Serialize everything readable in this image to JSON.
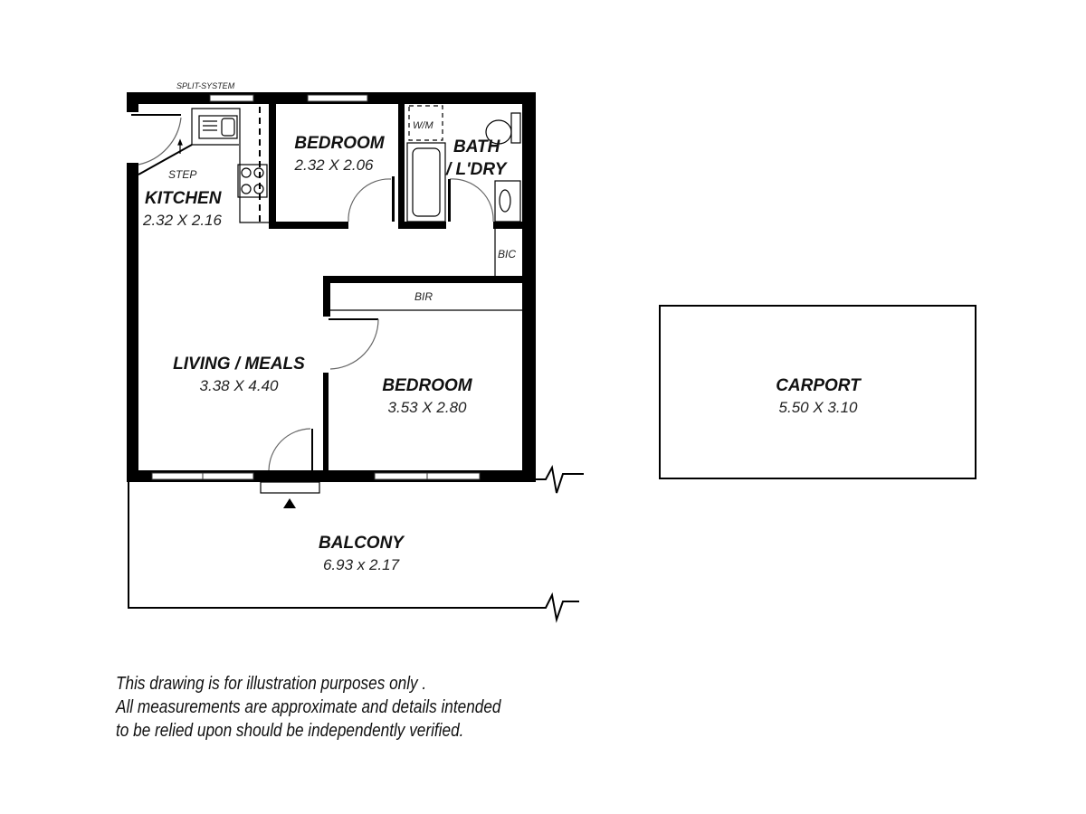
{
  "labels": {
    "split_system": "SPLIT-SYSTEM",
    "step": "STEP",
    "wm": "W/M",
    "bic": "BIC",
    "bir": "BIR"
  },
  "rooms": {
    "kitchen": {
      "name": "KITCHEN",
      "size": "2.32 X 2.16"
    },
    "bedroom1": {
      "name": "BEDROOM",
      "size": "2.32 X 2.06"
    },
    "bath": {
      "name_line1": "BATH",
      "name_line2": "/ L'DRY"
    },
    "living": {
      "name": "LIVING / MEALS",
      "size": "3.38 X 4.40"
    },
    "bedroom2": {
      "name": "BEDROOM",
      "size": "3.53 X 2.80"
    },
    "balcony": {
      "name": "BALCONY",
      "size": "6.93 x 2.17"
    },
    "carport": {
      "name": "CARPORT",
      "size": "5.50 X 3.10"
    }
  },
  "disclaimer": [
    "This drawing is for illustration purposes only .",
    "All measurements are approximate and details intended",
    "to be relied upon should be independently verified."
  ]
}
